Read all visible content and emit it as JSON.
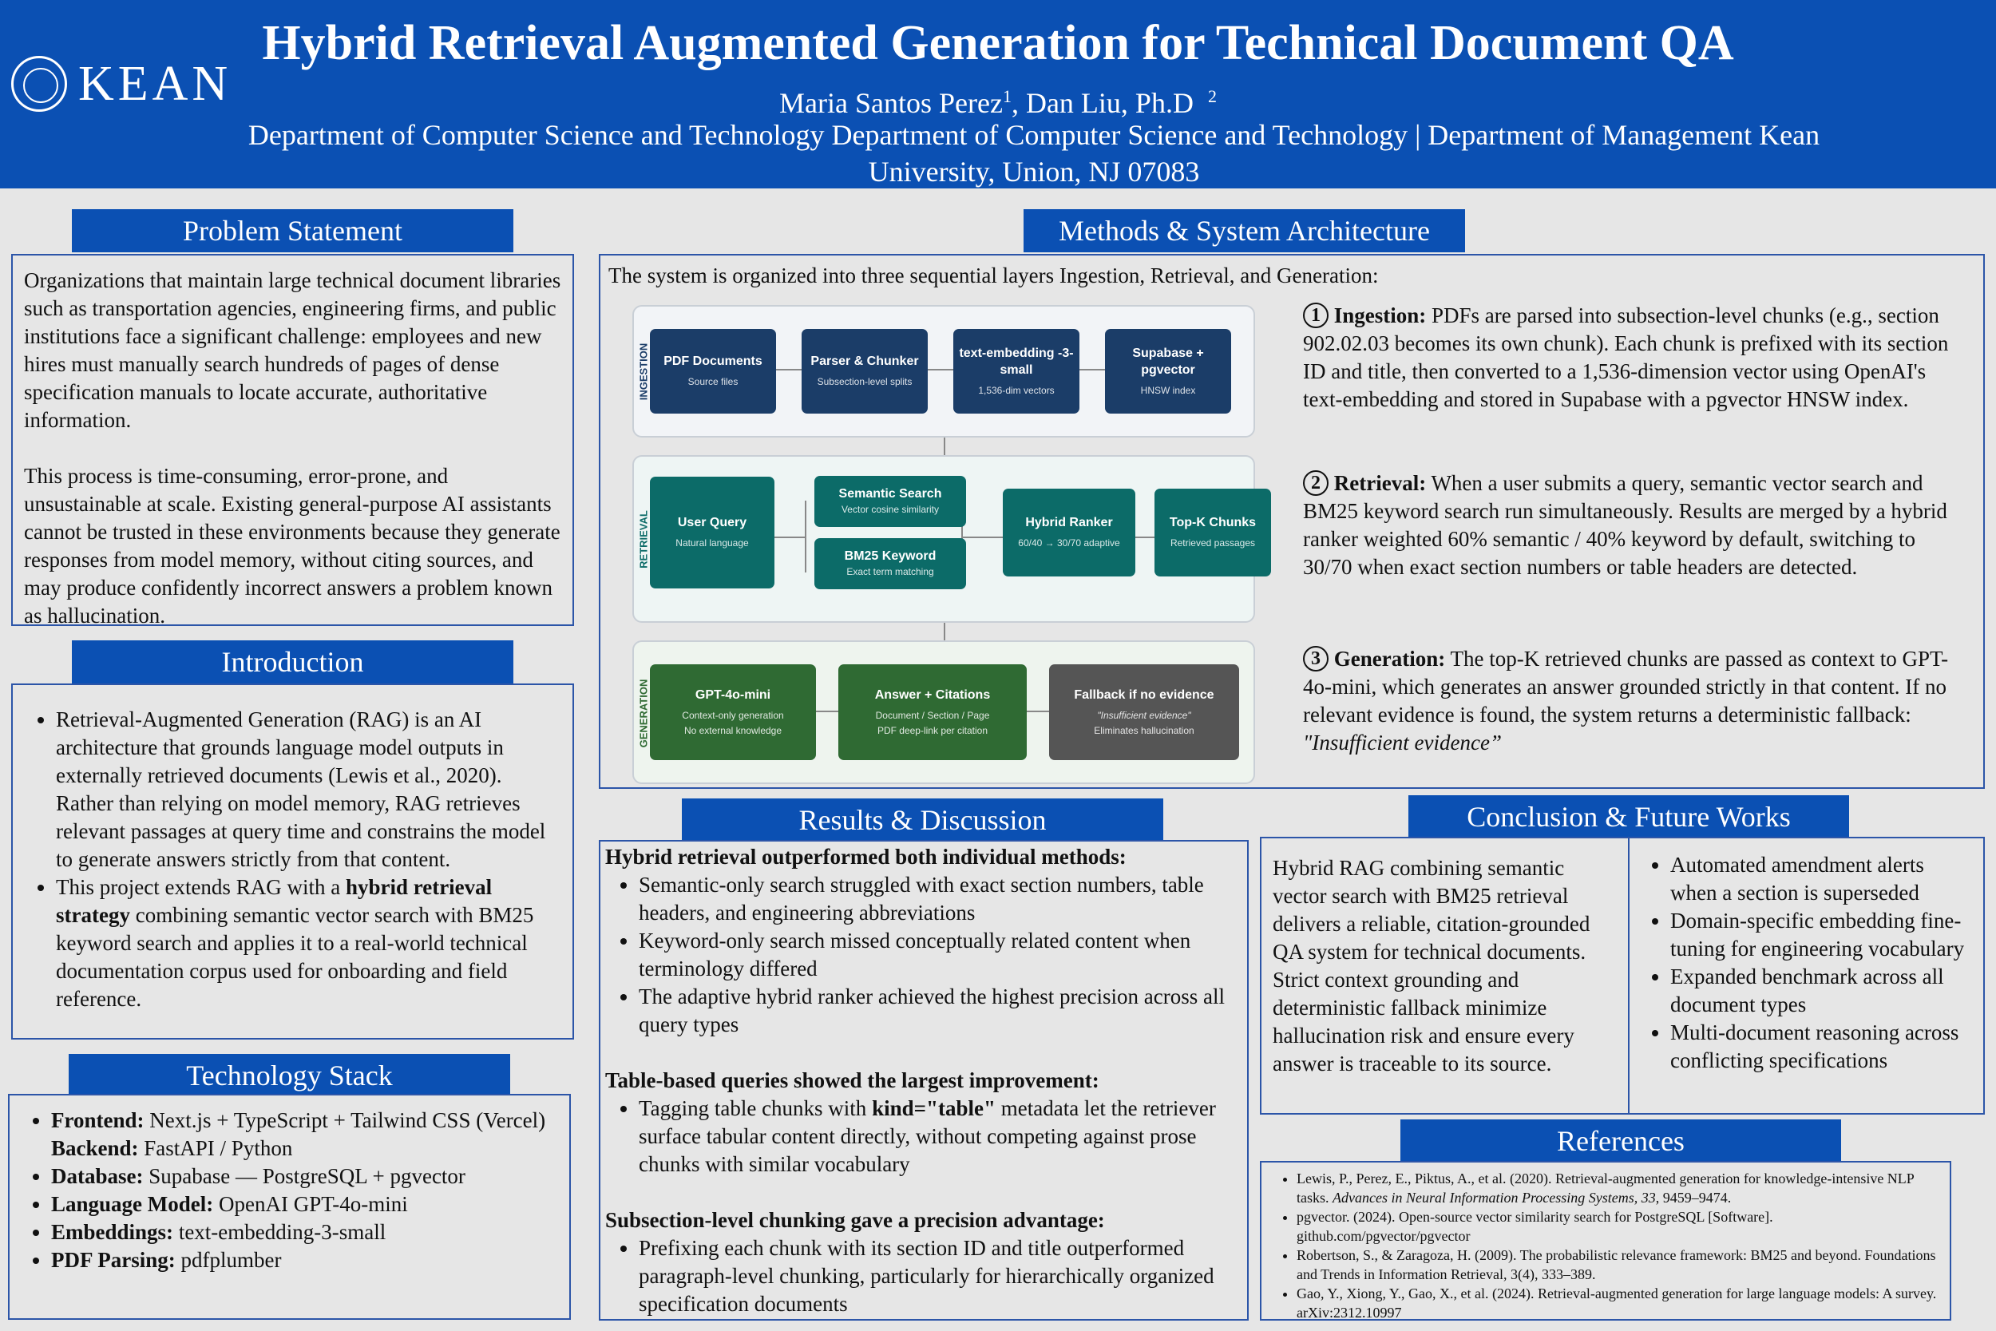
{
  "header": {
    "logo_text": "KEAN",
    "title": "Hybrid Retrieval Augmented Generation for Technical Document QA",
    "author1": "Maria Santos Perez",
    "author1_sup": "1",
    "author2": ", Dan Liu, Ph.D",
    "author2_sup": "2",
    "affiliation": "Department of Computer Science and Technology Department of Computer Science and Technology  |  Department of Management Kean University, Union, NJ 07083"
  },
  "problem": {
    "heading": "Problem Statement",
    "p1": "Organizations that maintain large technical document libraries such as transportation agencies, engineering firms, and public institutions face a significant challenge: employees and new hires must manually search hundreds of pages of dense specification manuals to locate accurate, authoritative information.",
    "p2": "This process is time-consuming, error-prone, and unsustainable at scale. Existing general-purpose AI assistants cannot be trusted in these environments because they generate responses from model memory, without citing sources, and may produce confidently incorrect answers a problem known as hallucination."
  },
  "intro": {
    "heading": "Introduction",
    "b1": "Retrieval-Augmented Generation (RAG) is an AI architecture that grounds language model outputs in externally retrieved documents (Lewis et al., 2020). Rather than relying on model memory, RAG retrieves relevant passages at query time and constrains the model to generate answers strictly from that content.",
    "b2_pre": "This project extends RAG with a ",
    "b2_bold": "hybrid retrieval strategy",
    "b2_post": " combining semantic vector search with BM25 keyword search and applies it to a real-world technical documentation corpus used for onboarding and field reference."
  },
  "tech": {
    "heading": "Technology Stack",
    "items": [
      {
        "label": "Frontend:",
        "value": " Next.js + TypeScript + Tailwind CSS (Vercel)"
      },
      {
        "label": "Backend:",
        "value": " FastAPI / Python"
      },
      {
        "label": "Database:",
        "value": " Supabase — PostgreSQL + pgvector"
      },
      {
        "label": "Language Model:",
        "value": " OpenAI GPT-4o-mini"
      },
      {
        "label": "Embeddings:",
        "value": " text-embedding-3-small"
      },
      {
        "label": "PDF Parsing:",
        "value": " pdfplumber"
      }
    ]
  },
  "methods": {
    "heading": "Methods & System Architecture",
    "intro": "The system is organized into three sequential layers Ingestion, Retrieval, and Generation:",
    "diagram": {
      "ingestion_label": "INGESTION",
      "retrieval_label": "RETRIEVAL",
      "generation_label": "GENERATION",
      "ing_colors": {
        "node": "#1b3d68",
        "label": "#1b3d68"
      },
      "ret_colors": {
        "node": "#0c6b68",
        "label": "#0c6b68"
      },
      "gen_colors": {
        "node": "#2f6a33",
        "label": "#2f6a33"
      },
      "pdf_t": "PDF Documents",
      "pdf_s": "Source files",
      "parser_t": "Parser & Chunker",
      "parser_s": "Subsection-level splits",
      "embed_t": "text-embedding -3-small",
      "embed_s": "1,536-dim vectors",
      "supa_t": "Supabase + pgvector",
      "supa_s": "HNSW index",
      "query_t": "User Query",
      "query_s": "Natural language",
      "sem_t": "Semantic Search",
      "sem_s": "Vector cosine similarity",
      "bm25_t": "BM25 Keyword",
      "bm25_s": "Exact term matching",
      "hybrid_t": "Hybrid Ranker",
      "hybrid_s": "60/40 → 30/70 adaptive",
      "topk_t": "Top-K Chunks",
      "topk_s": "Retrieved passages",
      "gpt_t": "GPT-4o-mini",
      "gpt_s1": "Context-only generation",
      "gpt_s2": "No external knowledge",
      "ans_t": "Answer + Citations",
      "ans_s1": "Document / Section / Page",
      "ans_s2": "PDF deep-link per citation",
      "fb_t": "Fallback if no evidence",
      "fb_s1": "\"Insufficient evidence\"",
      "fb_s2": "Eliminates hallucination"
    },
    "ing_num": "1",
    "ing_label": "Ingestion:",
    "ing_text": " PDFs are parsed into subsection-level chunks (e.g., section 902.02.03 becomes its own chunk). Each chunk is prefixed with its section ID and title, then converted to a 1,536-dimension vector using OpenAI's text-embedding and stored in Supabase with a pgvector HNSW index.",
    "ret_num": "2",
    "ret_label": "Retrieval:",
    "ret_text": " When a user submits a query, semantic vector search and BM25 keyword search run simultaneously. Results are merged by a hybrid ranker weighted 60% semantic / 40% keyword by default, switching to 30/70 when exact section numbers or table headers are detected.",
    "gen_num": "3",
    "gen_label": "Generation:",
    "gen_text": " The top-K retrieved chunks are passed as context to GPT-4o-mini, which generates an answer grounded strictly in that content. If no relevant evidence is found, the system returns a deterministic fallback: ",
    "gen_quote": "\"Insufficient evidence”"
  },
  "results": {
    "heading": "Results & Discussion",
    "h1": "Hybrid retrieval outperformed both individual methods:",
    "h1_items": [
      "Semantic-only search struggled with exact section numbers, table headers, and engineering abbreviations",
      "Keyword-only search missed conceptually related content when terminology differed",
      "The adaptive hybrid ranker achieved the highest precision across all query types"
    ],
    "h2": "Table-based queries showed the largest improvement:",
    "h2_pre": "Tagging table chunks with ",
    "h2_bold": "kind=\"table\"",
    "h2_post": " metadata let the retriever surface tabular content directly, without competing against prose chunks with similar vocabulary",
    "h3": "Subsection-level chunking gave a precision advantage:",
    "h3_item": "Prefixing each chunk with its section ID and title outperformed paragraph-level chunking, particularly for hierarchically organized specification documents"
  },
  "conclusion": {
    "heading": "Conclusion & Future Works",
    "text": "Hybrid RAG combining semantic vector search with BM25 retrieval delivers a reliable, citation-grounded QA system for technical documents. Strict context grounding and deterministic fallback minimize hallucination risk and ensure every answer is traceable to its source.",
    "future": [
      "Automated amendment alerts when a section is superseded",
      "Domain-specific embedding fine-tuning for engineering vocabulary",
      "Expanded benchmark across all document types",
      "Multi-document reasoning across conflicting specifications"
    ]
  },
  "references": {
    "heading": "References",
    "r1a": "Lewis, P., Perez, E., Piktus, A., et al. (2020). Retrieval-augmented generation for knowledge-intensive NLP tasks. ",
    "r1i": "Advances in Neural Information Processing Systems, 33",
    "r1b": ", 9459–9474.",
    "r2": "pgvector. (2024). Open-source vector similarity search for PostgreSQL [Software]. github.com/pgvector/pgvector",
    "r3": "Robertson, S., & Zaragoza, H. (2009). The probabilistic relevance framework: BM25 and beyond. Foundations and Trends in Information Retrieval, 3(4), 333–389.",
    "r4": "Gao, Y., Xiong, Y., Gao, X., et al. (2024). Retrieval-augmented generation for large language models: A survey. arXiv:2312.10997"
  }
}
